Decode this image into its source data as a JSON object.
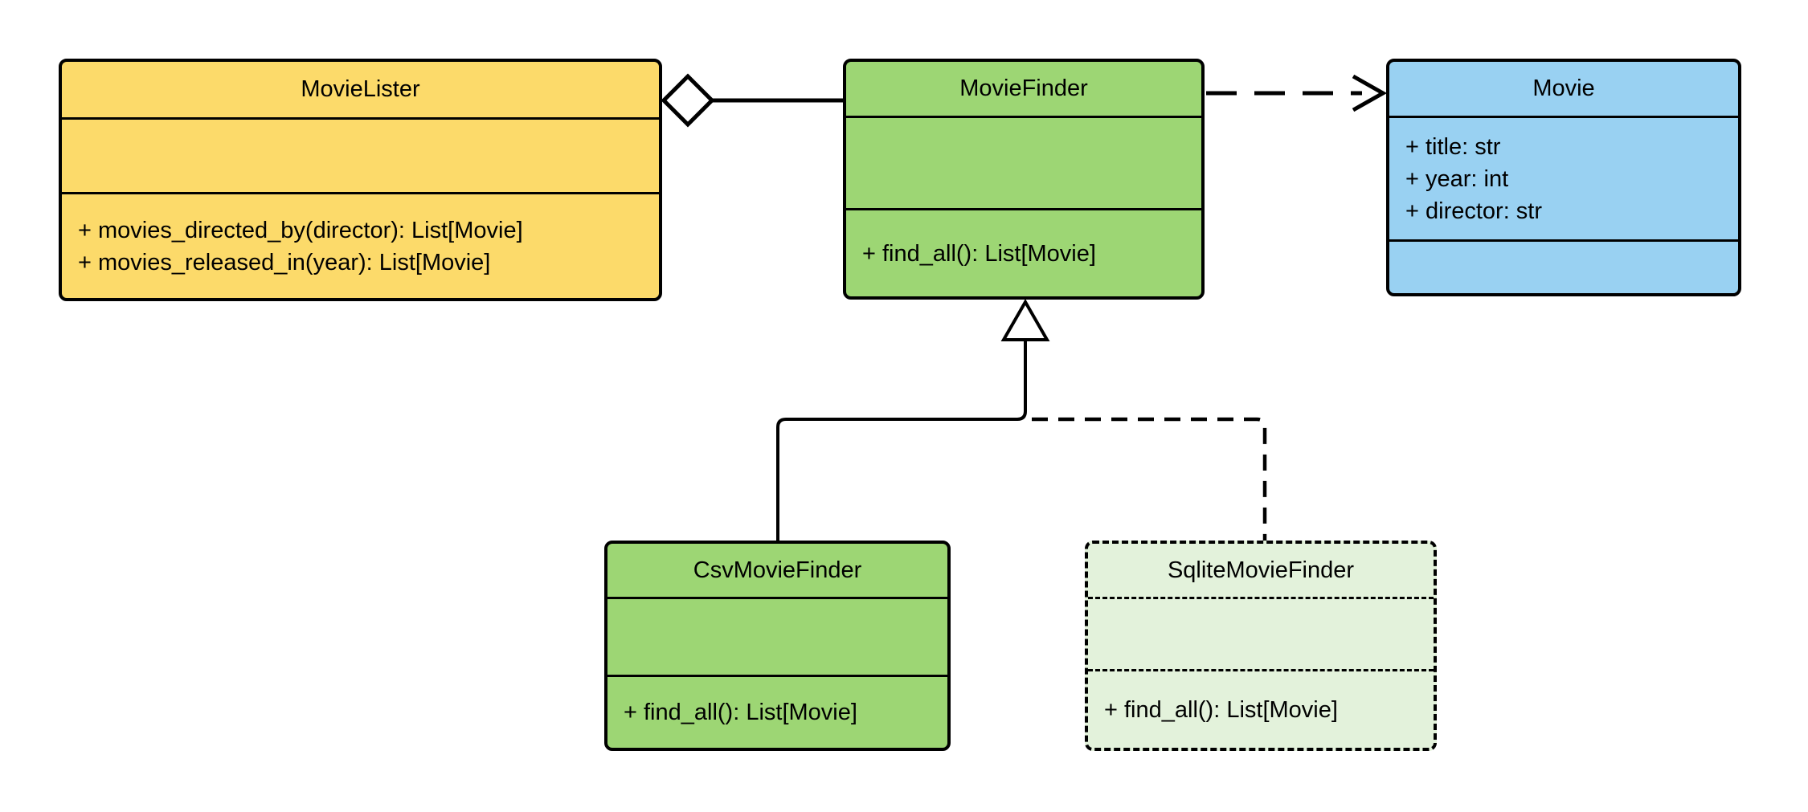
{
  "diagram": {
    "kind": "uml-class-diagram",
    "classes": {
      "movie_lister": {
        "name": "MovieLister",
        "attributes": [],
        "methods": [
          "+ movies_directed_by(director): List[Movie]",
          "+ movies_released_in(year): List[Movie]"
        ]
      },
      "movie_finder": {
        "name": "MovieFinder",
        "attributes": [],
        "methods": [
          "+ find_all(): List[Movie]"
        ]
      },
      "movie": {
        "name": "Movie",
        "attributes": [
          "+ title: str",
          "+ year: int",
          "+ director: str"
        ],
        "methods": []
      },
      "csv_movie_finder": {
        "name": "CsvMovieFinder",
        "attributes": [],
        "methods": [
          "+ find_all(): List[Movie]"
        ]
      },
      "sqlite_movie_finder": {
        "name": "SqliteMovieFinder",
        "attributes": [],
        "methods": [
          "+ find_all(): List[Movie]"
        ]
      }
    },
    "relationships": [
      {
        "type": "aggregation-hollow-diamond",
        "from": "MovieLister",
        "to": "MovieFinder",
        "line": "solid"
      },
      {
        "type": "dependency-open-arrow",
        "from": "MovieFinder",
        "to": "Movie",
        "line": "dashed"
      },
      {
        "type": "generalization",
        "from": "CsvMovieFinder",
        "to": "MovieFinder",
        "line": "solid",
        "arrowhead": "hollow-triangle"
      },
      {
        "type": "generalization",
        "from": "SqliteMovieFinder",
        "to": "MovieFinder",
        "line": "dashed",
        "arrowhead": "shared-hollow-triangle"
      }
    ],
    "colors": {
      "movie_lister_fill": "#FCDA6A",
      "movie_finder_fill": "#9DD674",
      "movie_fill": "#99D1F2",
      "csv_movie_finder_fill": "#9DD674",
      "sqlite_movie_finder_fill": "#E3F2DB",
      "stroke": "#000000",
      "background": "#FFFFFF"
    }
  }
}
